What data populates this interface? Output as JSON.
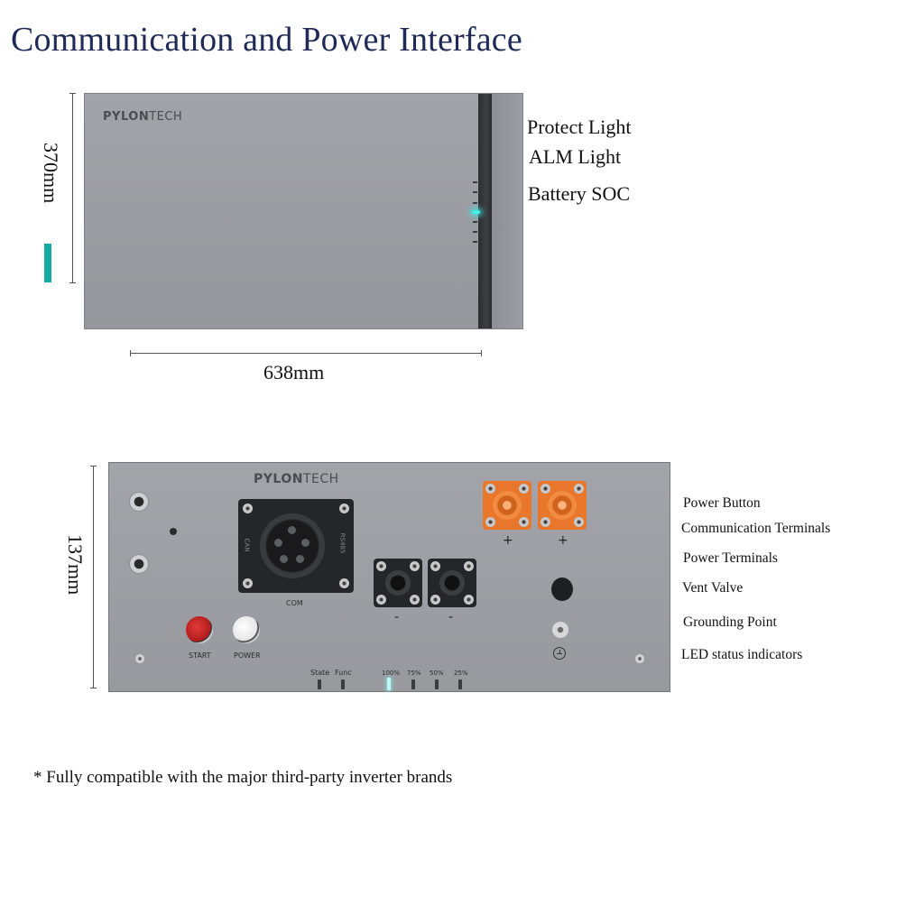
{
  "title": "Communication and Power Interface",
  "top_view": {
    "brand_bold": "PYLON",
    "brand_light": "TECH",
    "height_dim": "370mm",
    "width_dim": "638mm",
    "callouts": [
      "Protect Light",
      "ALM Light",
      "Battery SOC"
    ],
    "accent_color": "#16aaa6"
  },
  "front_panel": {
    "brand_bold": "PYLON",
    "brand_light": "TECH",
    "height_dim": "137mm",
    "com_label": "COM",
    "com_side_left": "CAN",
    "com_side_right": "RS485",
    "start_label": "START",
    "power_label": "POWER",
    "neg_sign": "-",
    "pos_sign": "+",
    "indicator_labels": [
      "State",
      "Func",
      "100%",
      "75%",
      "50%",
      "25%"
    ],
    "terminal_color": "#e9772b"
  },
  "legend": [
    "Power Button",
    "Communication Terminals",
    "Power Terminals",
    "Vent Valve",
    "Grounding Point",
    "LED status indicators"
  ],
  "footnote": "* Fully compatible with the major third-party inverter brands"
}
